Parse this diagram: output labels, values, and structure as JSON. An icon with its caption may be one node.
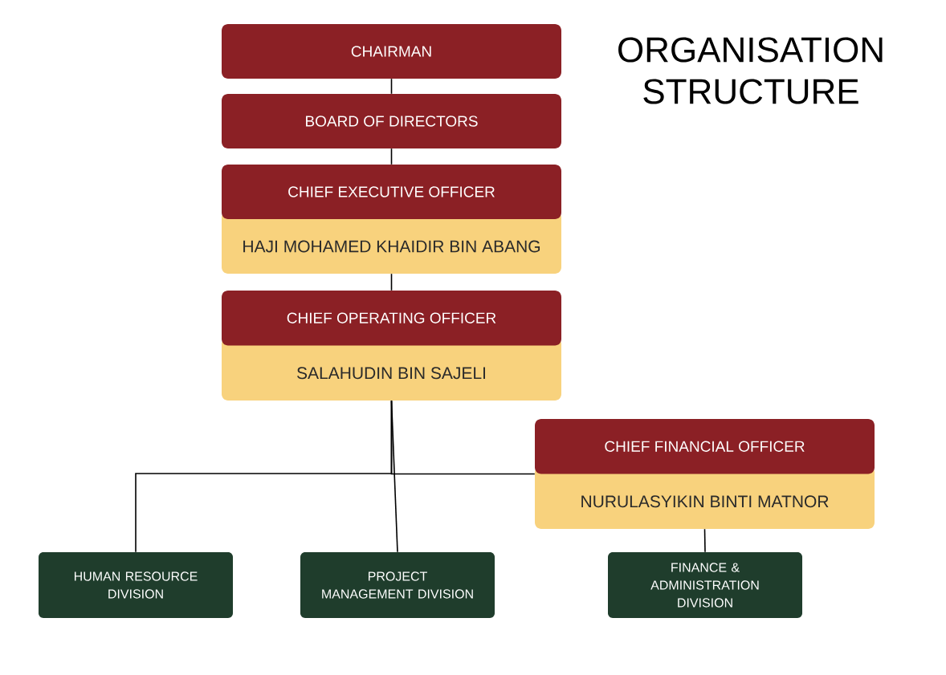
{
  "diagram": {
    "title": "ORGANISATION STRUCTURE",
    "nodes": [
      {
        "text": [
          "CHAIRMAN"
        ]
      },
      {
        "text": [
          "BOARD OF DIRECTORS"
        ]
      },
      {
        "text": [
          "CHIEF EXECUTIVE OFFICER",
          "HAJI MOHAMED KHAIDIR BIN ABANG"
        ]
      },
      {
        "text": [
          "CHIEF OPERATING OFFICER",
          "SALAHUDIN BIN SAJELI"
        ]
      },
      {
        "text": [
          "CHIEF FINANCIAL OFFICER",
          "NURULASYIKIN BINTI MATNOR"
        ]
      },
      {
        "text": [
          "HUMAN RESOURCE DIVISION"
        ]
      },
      {
        "text": [
          "PROJECT MANAGEMENT DIVISION"
        ]
      },
      {
        "text": [
          "FINANCE & ADMINISTRATION DIVISION"
        ]
      }
    ],
    "edges": [
      {
        "from": 0,
        "to": 1,
        "arrow": "none"
      },
      {
        "from": 1,
        "to": 2,
        "arrow": "none"
      },
      {
        "from": 2,
        "to": 3,
        "arrow": "none"
      },
      {
        "from": 3,
        "to": 5,
        "arrow": "none"
      },
      {
        "from": 3,
        "to": 6,
        "arrow": "none"
      },
      {
        "from": 3,
        "to": 4,
        "arrow": "none"
      },
      {
        "from": 4,
        "to": 7,
        "arrow": "none"
      }
    ]
  }
}
